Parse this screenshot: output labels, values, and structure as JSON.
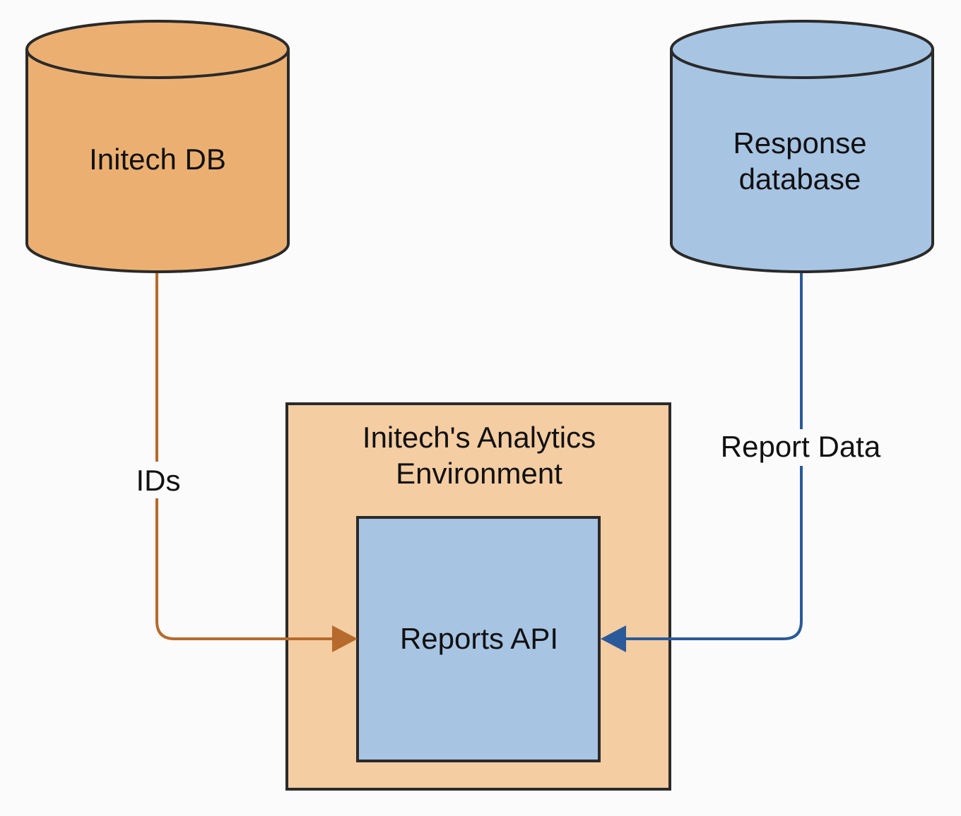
{
  "colors": {
    "background": "#fbfbfb",
    "orange_fill": "#ebb071",
    "orange_light_fill": "#f4cda2",
    "blue_fill": "#a7c4e3",
    "orange_line": "#b66a2b",
    "blue_line": "#2a5a99",
    "border": "#2a2a2a"
  },
  "nodes": {
    "initech_db": {
      "label": "Initech DB"
    },
    "response_db": {
      "label_line1": "Response",
      "label_line2": "database"
    },
    "analytics_env": {
      "label_line1": "Initech's Analytics",
      "label_line2": "Environment"
    },
    "reports_api": {
      "label": "Reports API"
    }
  },
  "edges": {
    "ids": {
      "label": "IDs"
    },
    "report_data": {
      "label": "Report Data"
    }
  }
}
